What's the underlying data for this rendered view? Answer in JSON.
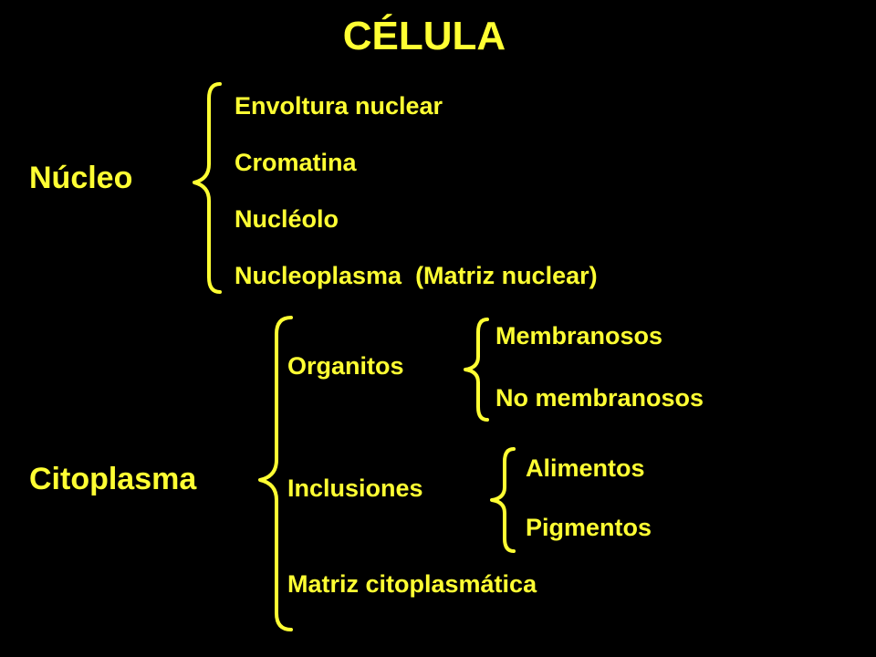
{
  "title": "CÉLULA",
  "nucleo": {
    "label": "Núcleo",
    "items": [
      "Envoltura nuclear",
      "Cromatina",
      "Nucléolo",
      "Nucleoplasma  (Matriz nuclear)"
    ]
  },
  "citoplasma": {
    "label": "Citoplasma",
    "organitos": {
      "label": "Organitos",
      "items": [
        "Membranosos",
        "No membranosos"
      ]
    },
    "inclusiones": {
      "label": "Inclusiones",
      "items": [
        "Alimentos",
        "Pigmentos"
      ]
    },
    "matriz": "Matriz citoplasmática"
  },
  "colors": {
    "background": "#000000",
    "text": "#ffff33"
  }
}
